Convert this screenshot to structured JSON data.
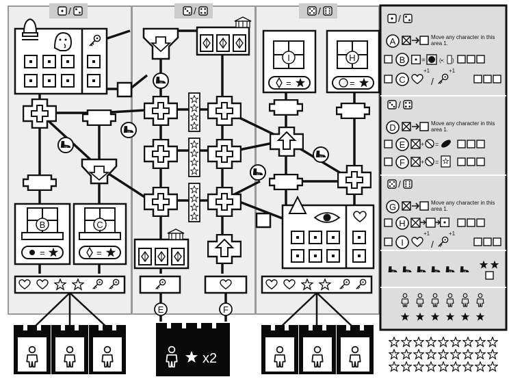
{
  "zones": [
    {
      "header_icons": [
        "die-face-1-icon",
        "die-face-2-icon"
      ]
    },
    {
      "header_icons": [
        "die-face-3-icon",
        "die-face-4-icon"
      ]
    },
    {
      "header_icons": [
        "die-face-5-icon",
        "die-face-6-icon"
      ]
    }
  ],
  "room_letters": {
    "B": "B",
    "C": "C",
    "I": "I",
    "H": "H",
    "E": "E",
    "F": "F"
  },
  "multiplier": "x2",
  "panel": {
    "sections": [
      {
        "dice": [
          "die-face-1-icon",
          "die-face-2-icon"
        ],
        "rows": [
          {
            "letter": "A",
            "text": "Move any character in this area 1.",
            "checkbox": false,
            "boxes": 0
          },
          {
            "letter": "B",
            "text": "",
            "checkbox": true,
            "boxes": 3
          },
          {
            "letter": "C",
            "text": "",
            "checkbox": true,
            "boxes": 3,
            "superscript": "+1"
          }
        ]
      },
      {
        "dice": [
          "die-face-3-icon",
          "die-face-4-icon"
        ],
        "rows": [
          {
            "letter": "D",
            "text": "Move any character in this area 1.",
            "checkbox": false,
            "boxes": 0
          },
          {
            "letter": "E",
            "text": "",
            "checkbox": true,
            "boxes": 3
          },
          {
            "letter": "F",
            "text": "",
            "checkbox": true,
            "boxes": 3
          }
        ]
      },
      {
        "dice": [
          "die-face-5-icon",
          "die-face-6-icon"
        ],
        "rows": [
          {
            "letter": "G",
            "text": "Move any character in this area 1.",
            "checkbox": false,
            "boxes": 0
          },
          {
            "letter": "H",
            "text": "",
            "checkbox": true,
            "boxes": 3
          },
          {
            "letter": "I",
            "text": "",
            "checkbox": true,
            "boxes": 3,
            "superscript": "+1"
          }
        ]
      }
    ],
    "boot_count": 6,
    "person_count": 6,
    "star_count": 6
  },
  "score_stars": {
    "rows": 3,
    "per_row": 9
  },
  "colors": {
    "board_bg": "#eeeeee",
    "panel_bg": "#dddddd",
    "ink": "#111111",
    "dark": "#0a0a0a"
  }
}
